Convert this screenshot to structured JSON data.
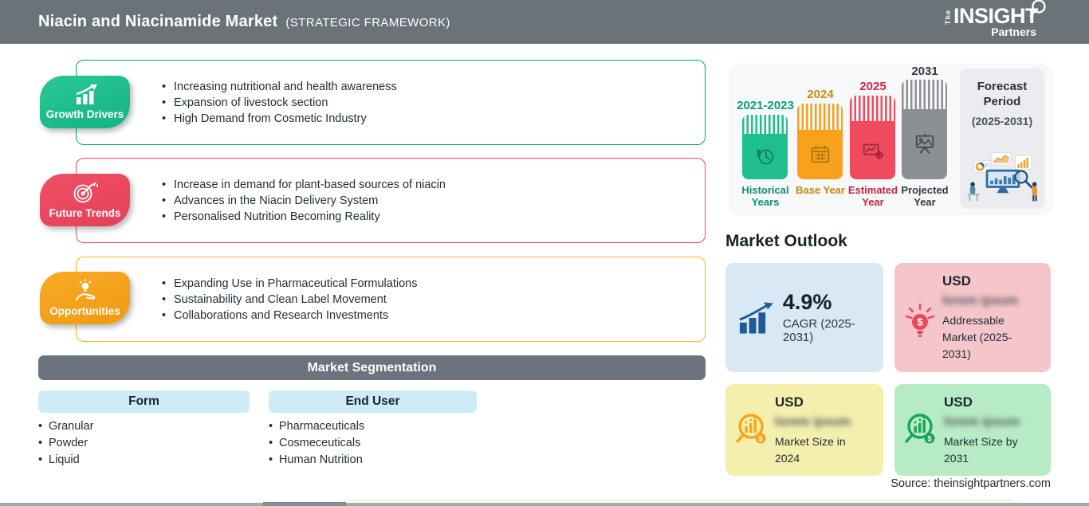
{
  "header": {
    "title": "Niacin and Niacinamide Market",
    "subtitle": "(STRATEGIC FRAMEWORK)",
    "logo": {
      "the": "The",
      "insight": "INSIGHT",
      "partners": "Partners"
    }
  },
  "sections": [
    {
      "label": "Growth Drivers",
      "icon": "growth-chart-icon",
      "accent_color": "#1ebe8e",
      "bullets": [
        "Increasing nutritional and health awareness",
        "Expansion of livestock section",
        "High Demand from Cosmetic Industry"
      ]
    },
    {
      "label": "Future Trends",
      "icon": "target-dart-icon",
      "accent_color": "#e8495f",
      "bullets": [
        "Increase in demand for plant-based sources of niacin",
        "Advances in the Niacin Delivery System",
        "Personalised Nutrition Becoming Reality"
      ]
    },
    {
      "label": "Opportunities",
      "icon": "hand-bulb-icon",
      "accent_color": "#f6a41f",
      "bullets": [
        "Expanding Use in Pharmaceutical Formulations",
        "Sustainability and Clean Label Movement",
        "Collaborations and Research Investments"
      ]
    }
  ],
  "segmentation": {
    "title": "Market Segmentation",
    "columns": [
      {
        "label": "Form",
        "items": [
          "Granular",
          "Powder",
          "Liquid"
        ]
      },
      {
        "label": "End User",
        "items": [
          "Pharmaceuticals",
          "Cosmeceuticals",
          "Human Nutrition"
        ]
      }
    ]
  },
  "timeline": {
    "bars": [
      {
        "year": "2021-2023",
        "label": "Historical Years",
        "color": "#1ebe8e"
      },
      {
        "year": "2024",
        "label": "Base Year",
        "color": "#f9a11b"
      },
      {
        "year": "2025",
        "label": "Estimated Year",
        "color": "#ef4a5e"
      },
      {
        "year": "2031",
        "label": "Projected Year",
        "color": "#8c8f93"
      }
    ],
    "forecast_period": {
      "line1": "Forecast",
      "line2": "Period",
      "range": "(2025-2031)"
    }
  },
  "outlook": {
    "heading": "Market Outlook",
    "cards": [
      {
        "value": "4.9%",
        "label": "CAGR (2025-2031)",
        "bg": "#d8e8f4"
      },
      {
        "currency": "USD",
        "redacted_text": "lorem ipsum",
        "label": "Addressable Market (2025-2031)",
        "bg": "#f6c5ca"
      },
      {
        "currency": "USD",
        "redacted_text": "lorem ipsum",
        "label": "Market Size in 2024",
        "bg": "#f5efae"
      },
      {
        "currency": "USD",
        "redacted_text": "lorem ipsum",
        "label": "Market Size by 2031",
        "bg": "#b7ebc6"
      }
    ],
    "source": "Source: theinsightpartners.com"
  }
}
